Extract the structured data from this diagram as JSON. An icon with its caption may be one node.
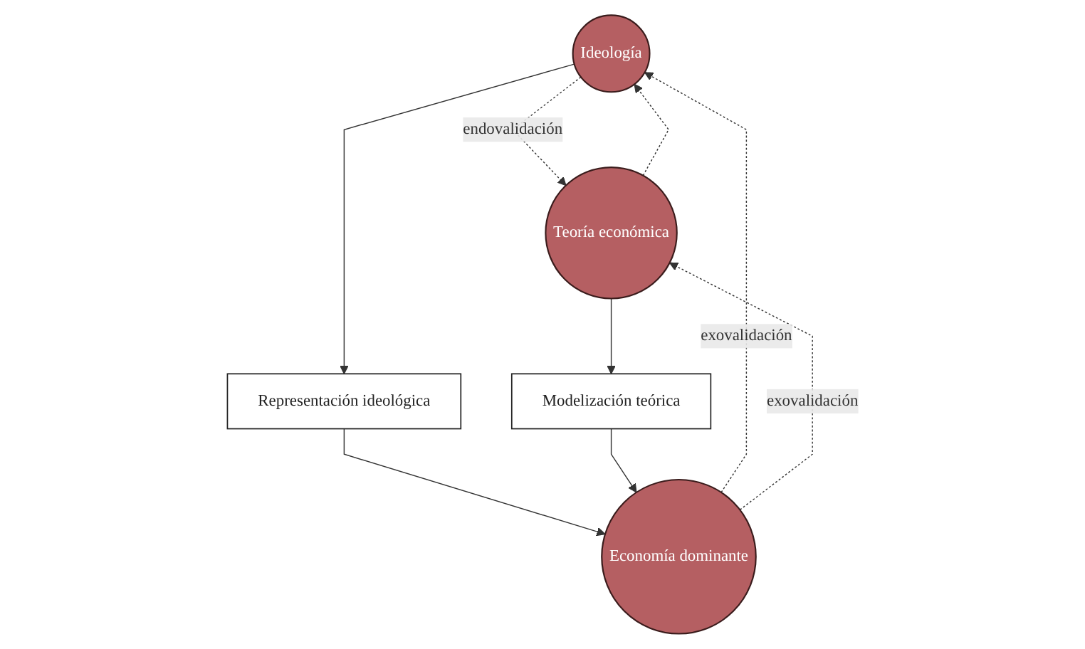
{
  "diagram": {
    "nodes": [
      {
        "text": [
          "Ideología"
        ]
      },
      {
        "text": [
          "Teoría económica"
        ]
      },
      {
        "text": [
          "Representación ideológica"
        ]
      },
      {
        "text": [
          "Modelización teórica"
        ]
      },
      {
        "text": [
          "Economía dominante"
        ]
      }
    ],
    "edges": [
      {
        "from": 1,
        "to": 0,
        "arrow": "to",
        "style": "dashed"
      },
      {
        "from": 0,
        "to": 1,
        "arrow": "to",
        "style": "dashed",
        "label": "endovalidación"
      },
      {
        "from": 0,
        "to": 2,
        "arrow": "to"
      },
      {
        "from": 1,
        "to": 3,
        "arrow": "to"
      },
      {
        "from": 2,
        "to": 4,
        "arrow": "to"
      },
      {
        "from": 3,
        "to": 4,
        "arrow": "to"
      },
      {
        "from": 4,
        "to": 0,
        "arrow": "to",
        "style": "dashed",
        "label": "exovalidación"
      },
      {
        "from": 4,
        "to": 1,
        "arrow": "to",
        "style": "dashed",
        "label": "exovalidación"
      }
    ]
  }
}
